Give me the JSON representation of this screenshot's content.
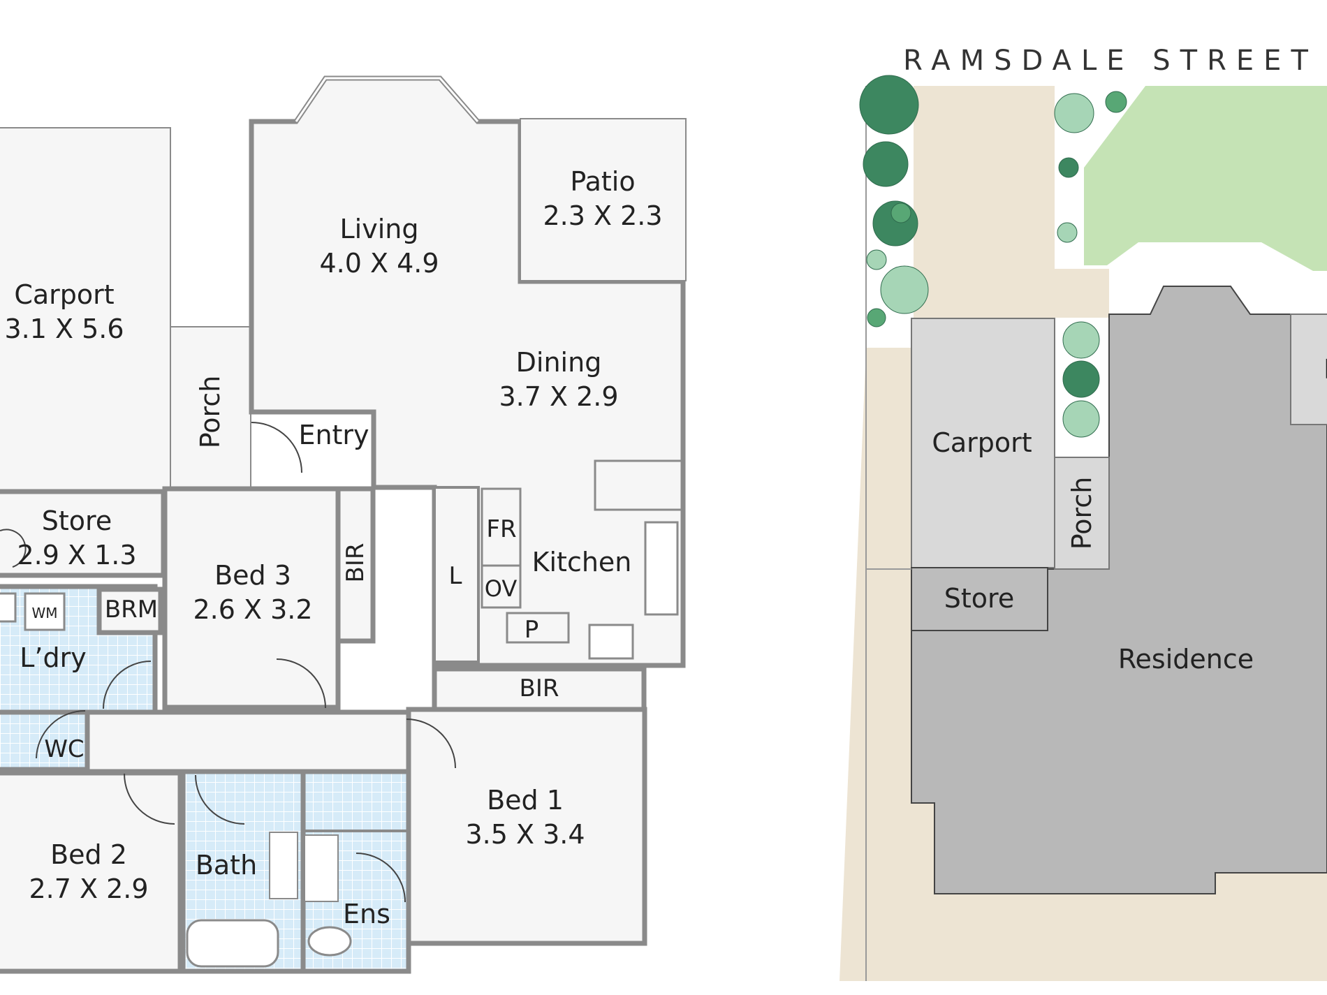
{
  "colors": {
    "wall": "#8a8a8a",
    "floor": "#f6f6f6",
    "wet_tile": "#d6ebf8",
    "residence": "#b8b8b8",
    "carport_site": "#d9d9d9",
    "store_site": "#bdbdbd",
    "paving": "#ede4d3",
    "lawn": "#c5e3b5",
    "tree_dark": "#3d8760",
    "tree_mid": "#58a775",
    "tree_light": "#a6d5b6"
  },
  "floor_plan": {
    "carport": {
      "name": "Carport",
      "size": "3.1 X 5.6"
    },
    "porch": {
      "name": "Porch"
    },
    "entry": {
      "name": "Entry"
    },
    "living": {
      "name": "Living",
      "size": "4.0 X 4.9"
    },
    "patio": {
      "name": "Patio",
      "size": "2.3 X 2.3"
    },
    "dining": {
      "name": "Dining",
      "size": "3.7 X 2.9"
    },
    "store": {
      "name": "Store",
      "size": "2.9 X 1.3"
    },
    "bed3": {
      "name": "Bed 3",
      "size": "2.6 X 3.2"
    },
    "bir_bed3": "BIR",
    "fridge": "FR",
    "oven": "OV",
    "larder": "L",
    "pantry": "P",
    "kitchen": "Kitchen",
    "wm": "WM",
    "brm": "BRM",
    "laundry": "L’dry",
    "wc": "WC",
    "bir_bed1": "BIR",
    "bed1": {
      "name": "Bed 1",
      "size": "3.5 X 3.4"
    },
    "bed2": {
      "name": "Bed 2",
      "size": "2.7 X 2.9"
    },
    "bath": "Bath",
    "ensuite": "Ens"
  },
  "site_plan": {
    "street": "RAMSDALE STREET",
    "carport": "Carport",
    "porch": "Porch",
    "store": "Store",
    "residence": "Residence",
    "patio_partial": "P"
  }
}
